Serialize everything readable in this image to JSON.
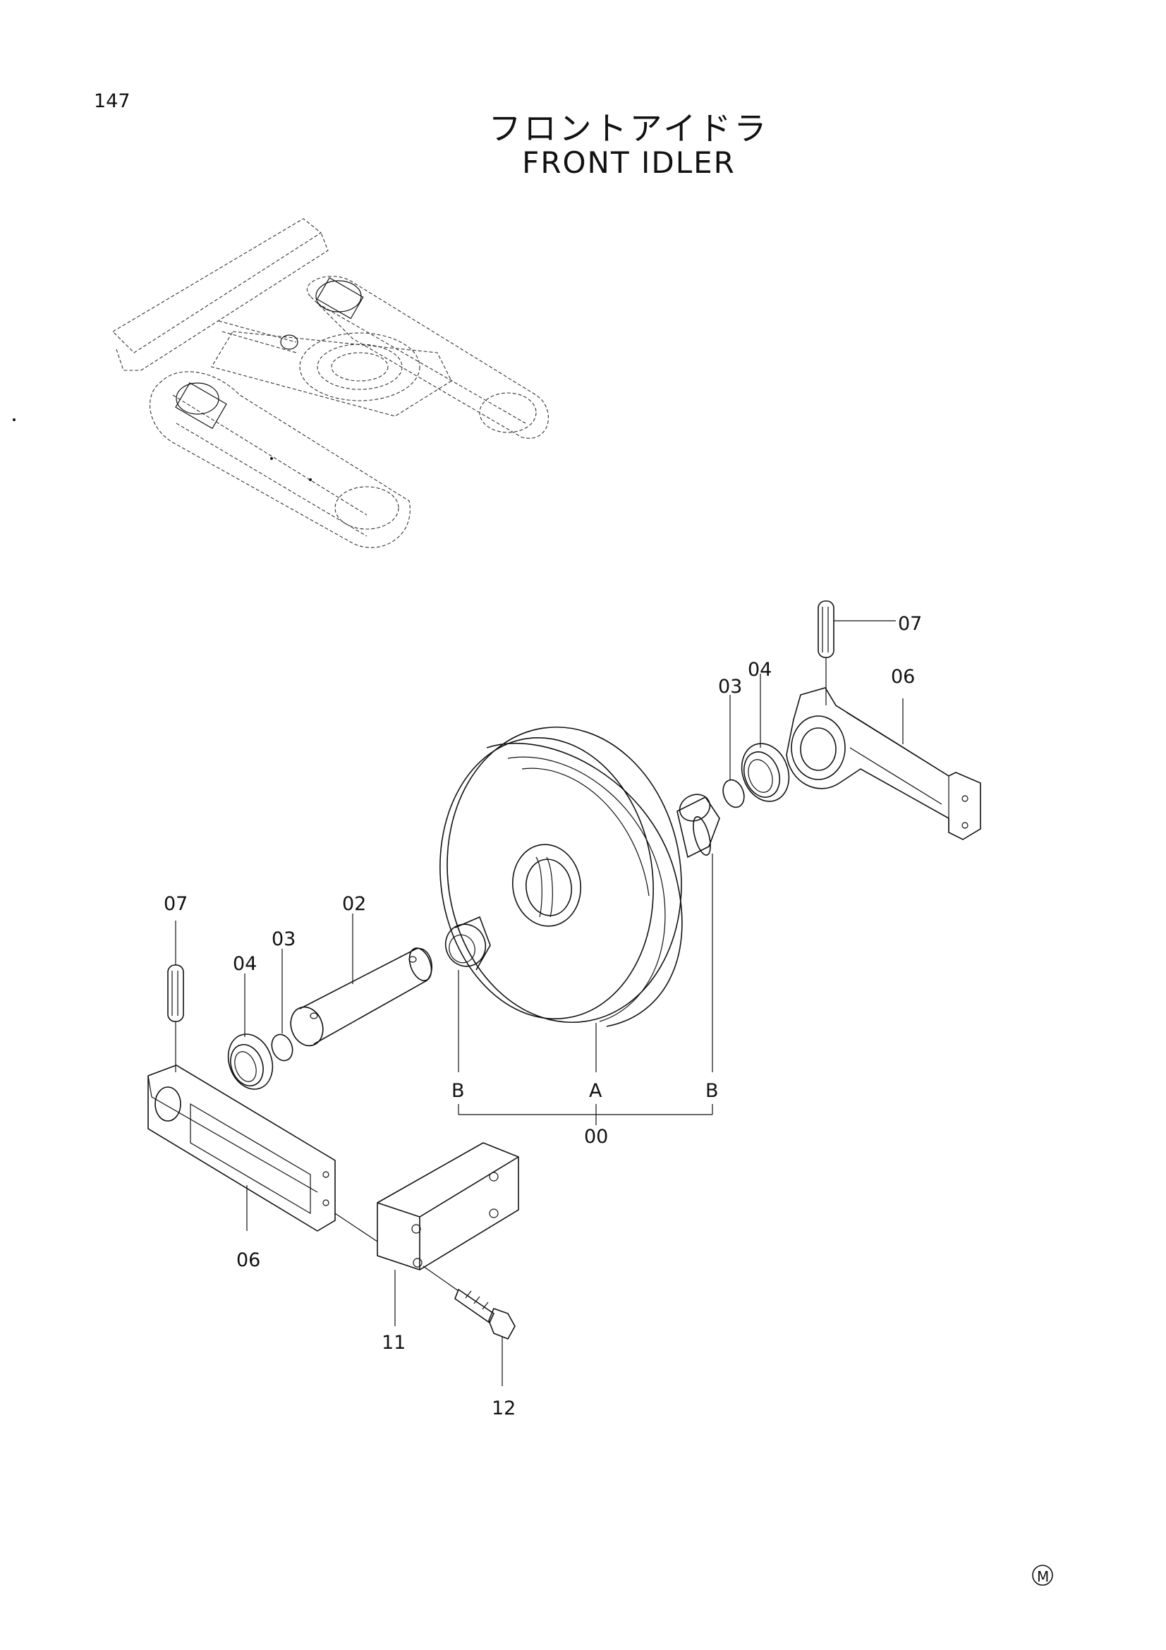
{
  "page_number": "147",
  "title_jp": "フロントアイドラ",
  "title_en": "FRONT IDLER",
  "mark": "M",
  "callouts": {
    "pin_right": "07",
    "seal_right": "04",
    "oring_right": "03",
    "bracket_right": "06",
    "pin_left": "07",
    "shaft": "02",
    "oring_left": "03",
    "seal_left": "04",
    "bushing_left": "B",
    "idler_wheel": "A",
    "bushing_right": "B",
    "assembly": "00",
    "bracket_left": "06",
    "block": "11",
    "bolt": "12"
  }
}
